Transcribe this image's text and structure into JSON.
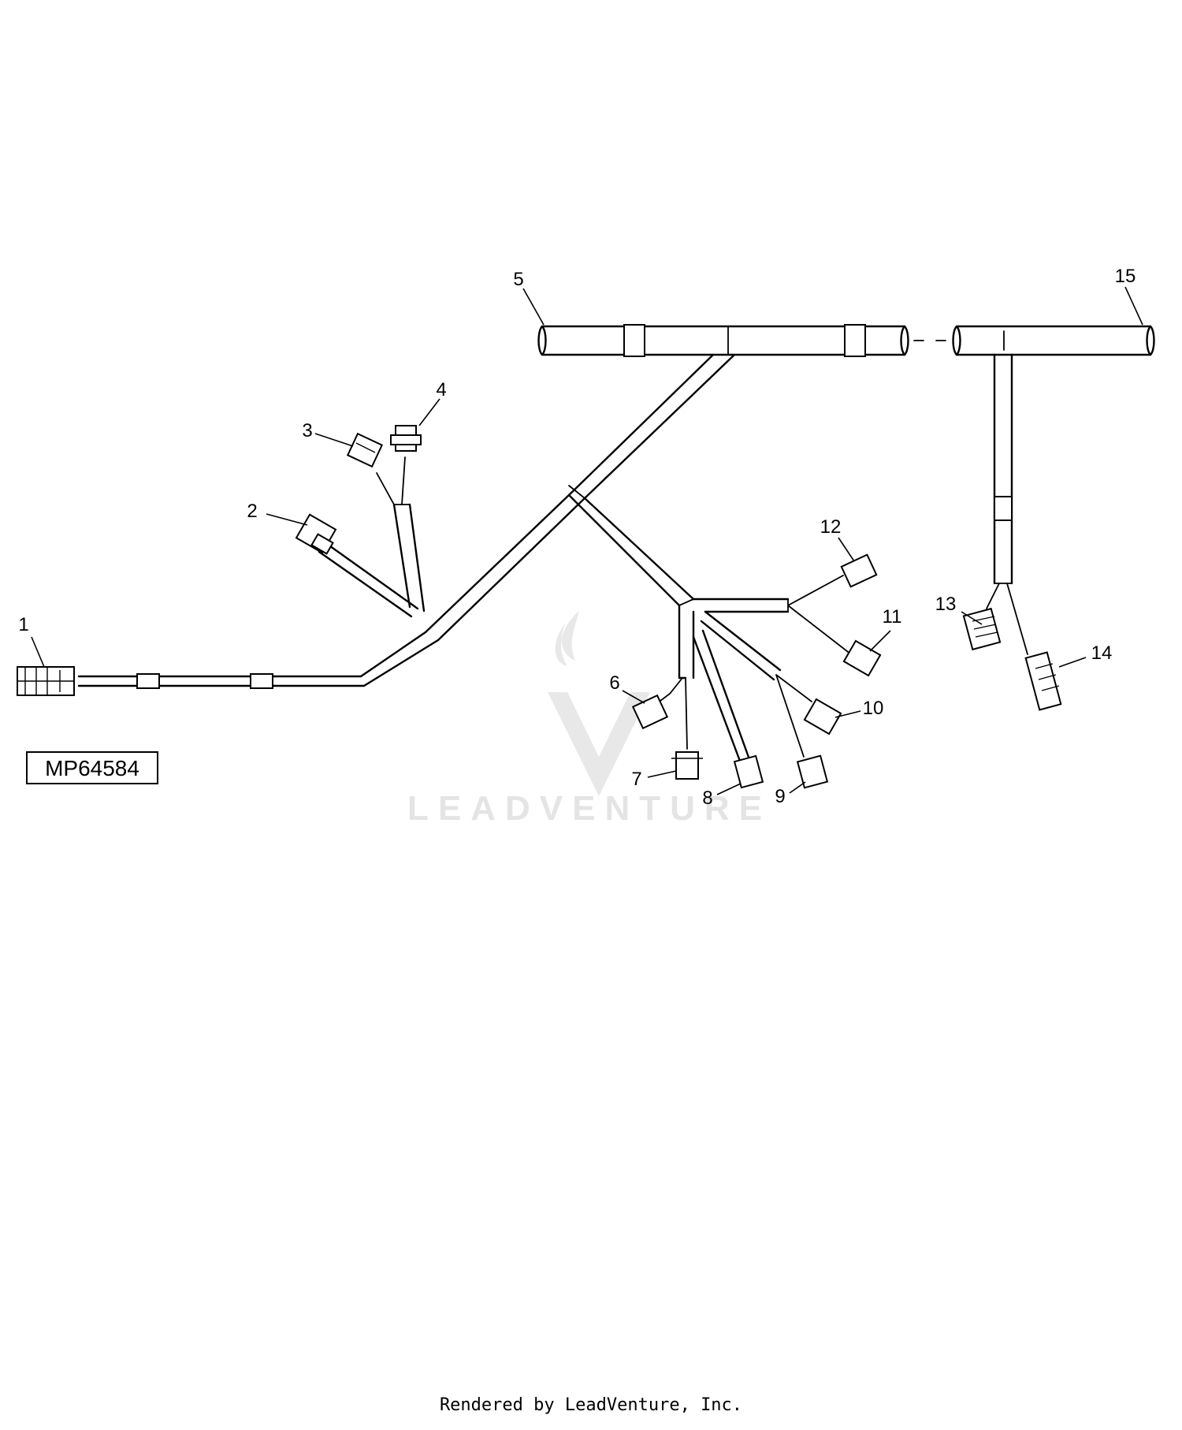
{
  "diagram": {
    "reference_id": "MP64584",
    "watermark": "LEADVENTURE",
    "callouts": [
      {
        "id": "callout-1",
        "label": "1"
      },
      {
        "id": "callout-2",
        "label": "2"
      },
      {
        "id": "callout-3",
        "label": "3"
      },
      {
        "id": "callout-4",
        "label": "4"
      },
      {
        "id": "callout-5",
        "label": "5"
      },
      {
        "id": "callout-6",
        "label": "6"
      },
      {
        "id": "callout-7",
        "label": "7"
      },
      {
        "id": "callout-8",
        "label": "8"
      },
      {
        "id": "callout-9",
        "label": "9"
      },
      {
        "id": "callout-10",
        "label": "10"
      },
      {
        "id": "callout-11",
        "label": "11"
      },
      {
        "id": "callout-12",
        "label": "12"
      },
      {
        "id": "callout-13",
        "label": "13"
      },
      {
        "id": "callout-14",
        "label": "14"
      },
      {
        "id": "callout-15",
        "label": "15"
      }
    ]
  },
  "footer": {
    "text": "Rendered by LeadVenture, Inc."
  }
}
